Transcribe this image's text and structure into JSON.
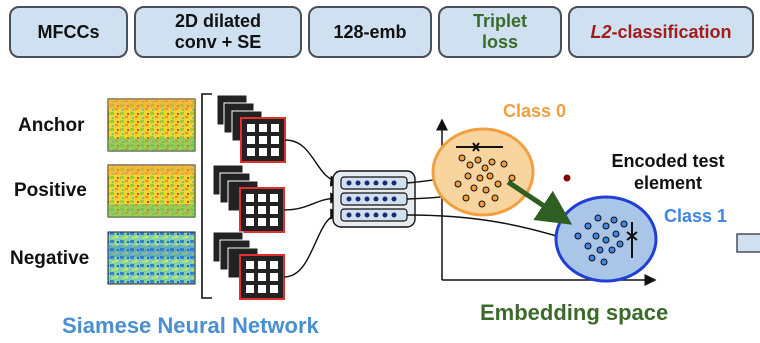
{
  "pipeline": [
    {
      "label": "MFCCs",
      "color": "#111111",
      "italic_prefix": ""
    },
    {
      "label": "2D dilated\nconv + SE",
      "color": "#111111",
      "italic_prefix": ""
    },
    {
      "label": "128-emb",
      "color": "#111111",
      "italic_prefix": ""
    },
    {
      "label": "Triplet\nloss",
      "color": "#3b6b2a",
      "italic_prefix": ""
    },
    {
      "label": "-classification",
      "color": "#a11c1c",
      "italic_prefix": "L2"
    }
  ],
  "inputs": {
    "anchor": "Anchor",
    "positive": "Positive",
    "negative": "Negative"
  },
  "siamese_title": "Siamese Neural Network",
  "embedding": {
    "title": "Embedding space",
    "class0": "Class 0",
    "class1": "Class 1",
    "encoded_test": "Encoded test\nelement"
  },
  "colors": {
    "class0_fill": "#f8d49e",
    "class0_stroke": "#f0a040",
    "class1_fill": "#a9c5e8",
    "class1_stroke": "#1f3fd6",
    "test_point": "#8b0000",
    "arrow_green": "#2e5e22",
    "header_fill": "#cfe0f1"
  }
}
